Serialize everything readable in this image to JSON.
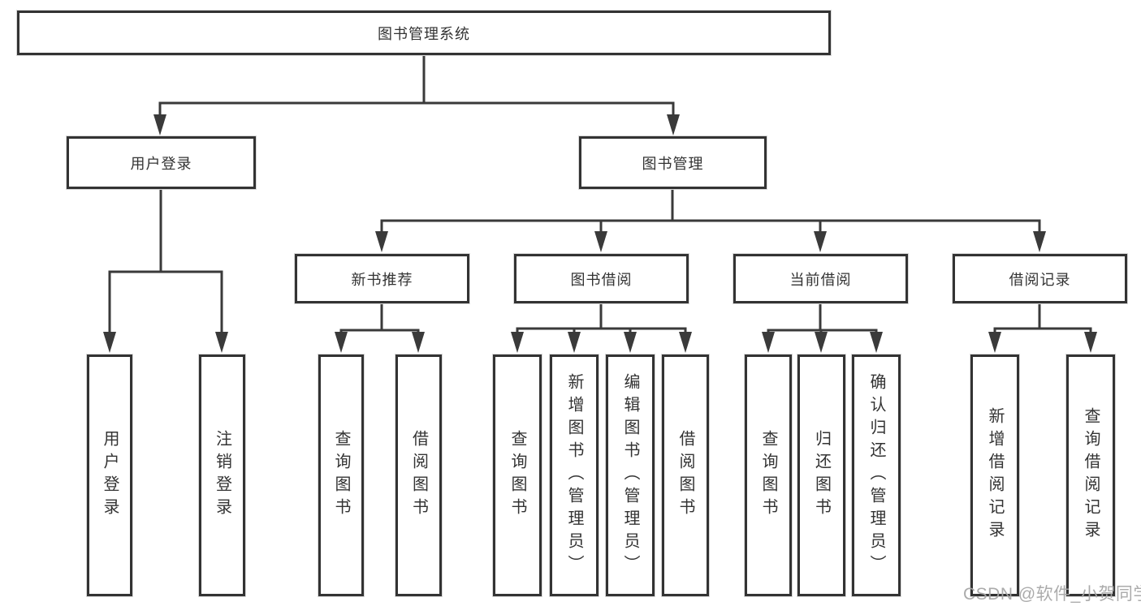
{
  "colors": {
    "line": "#3a3a3a",
    "box_border": "#333333",
    "text": "#333333",
    "watermark": "#a6a6a6",
    "background": "#ffffff"
  },
  "watermark": "CSDN @软件_小贺同学",
  "tree": {
    "root": {
      "label": "图书管理系统"
    },
    "branches": [
      {
        "label": "用户登录",
        "leaves": [
          {
            "label": "用户登录"
          },
          {
            "label": "注销登录"
          }
        ]
      },
      {
        "label": "图书管理",
        "groups": [
          {
            "label": "新书推荐",
            "leaves": [
              {
                "label": "查询图书"
              },
              {
                "label": "借阅图书"
              }
            ]
          },
          {
            "label": "图书借阅",
            "leaves": [
              {
                "label": "查询图书"
              },
              {
                "label": "新增图书（管理员）"
              },
              {
                "label": "编辑图书（管理员）"
              },
              {
                "label": "借阅图书"
              }
            ]
          },
          {
            "label": "当前借阅",
            "leaves": [
              {
                "label": "查询图书"
              },
              {
                "label": "归还图书"
              },
              {
                "label": "确认归还（管理员）"
              }
            ]
          },
          {
            "label": "借阅记录",
            "leaves": [
              {
                "label": "新增借阅记录"
              },
              {
                "label": "查询借阅记录"
              }
            ]
          }
        ]
      }
    ]
  }
}
